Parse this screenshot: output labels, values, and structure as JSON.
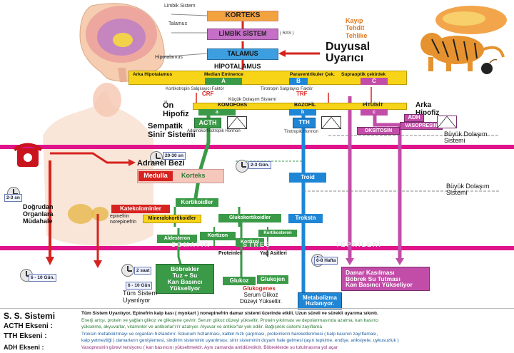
{
  "brain": {
    "limbik_sistem": "Limbik Sistem",
    "talamus": "Talamus",
    "hipotalamus": "Hipotalamus",
    "ras": "( RAS )"
  },
  "top": {
    "korteks": "KORTEKS",
    "limbik_sistem": "LİMBİK SİSTEM",
    "talamus": "TALAMUS",
    "hipotalamus": "HİPOTALAMUS",
    "threat": [
      "Kayıp",
      "Tehdit",
      "Tehlike"
    ],
    "duyusal": [
      "Duyusal",
      "Uyarıcı"
    ]
  },
  "hypo_row": {
    "labels": [
      "Arka Hipotalamus",
      "Median Eminence",
      "Paraventrikuler Çek.",
      "Supraoptik çekirdek"
    ],
    "letters": [
      "A",
      "B",
      "C"
    ],
    "factors": [
      "Kortikotropin Salgılayıcı Faktör",
      "Tirotropin Salgılayıcı Faktör"
    ],
    "crf": "CRF",
    "trf": "TRF",
    "portal": "Küçük Dolaşım Sistemi"
  },
  "pituitary": {
    "on_hipofiz": [
      "Ön",
      "Hipofiz"
    ],
    "arka_hipofiz": [
      "Arka",
      "Hipofiz"
    ],
    "komofobs": "KOMOFOBS",
    "bazofil": "BAZOFİL",
    "pituisit": "PİTUİSİT",
    "letters": [
      "a",
      "b",
      "c"
    ],
    "acth": "ACTH",
    "tth": "TTH",
    "adh": "ADH",
    "vasopresin": "VASOPRESİN",
    "oksitosin": "OKSİTOSİN",
    "acth_note": "Adrenokortikotropik Hormon",
    "tth_note": "Tirotropik Hormon"
  },
  "labels": {
    "sempatik": [
      "Sempatik",
      "Sinir Sistemi"
    ],
    "buyuk_dolasim_1": [
      "Büyük Dolaşım",
      "Sistemi"
    ],
    "buyuk_dolasim_2": [
      "Büyük Dolaşım",
      "Sistemi"
    ],
    "dogrudan": [
      "Doğrudan",
      "Organlara",
      "Müdahale"
    ],
    "epinefrin": [
      "epinefrin",
      "norepinefrin"
    ],
    "tum_sistem": [
      "Tüm Sistem",
      "Uyarılıyor"
    ]
  },
  "clocks": {
    "c1": "20-30 sn",
    "c2": "2-3 Gün.",
    "c3": "2-3 sn",
    "c4": "2 saat",
    "c5": "6 - 10 Gün.",
    "c6": "6 - 10 Gün",
    "c7": "6-8 Hafta"
  },
  "adrenal": {
    "title": "Adranel Bezi",
    "medulla": "Medulla",
    "korteks": "Korteks",
    "troid": "Troid"
  },
  "hormones": {
    "katekolominler": "Katekolominler",
    "kortikoidler": "Kortikoidler",
    "mineralokortikoidler": "Mineralokortikoidler",
    "glukokortikoidler": "Glukokortikoidler",
    "trokstn": "Trokstn",
    "aldesteron": "Aldesteron",
    "kortizon": "Kortizon",
    "kortikosteron": "Kortikosteron",
    "kortizol": "Kortizol",
    "proteinler": "Proteinler",
    "yag_asitleri": "Yağ Asitleri",
    "glukoz": "Glukoz",
    "glukojen": "Glukojen",
    "glukogenes": "Glukogenes",
    "serum": [
      "Serum Glikoz",
      "Düzeyi Yükseltir."
    ],
    "metabolizma": [
      "Metabolizma",
      "Hızlanıyor."
    ],
    "bobrekler": [
      "Böbrekler",
      "Tuz + Su",
      "Kan Basıncı",
      "Yükseliyor"
    ],
    "damar": [
      "Damar Kasılması",
      "Böbrek Su Tutması",
      "Kan Basıncı Yükseliyor"
    ]
  },
  "band_text": [
    "SOMATİK",
    "STRES",
    "TEPKİLERİ"
  ],
  "bottom": {
    "title": "S. S. Sistemi",
    "acth_axis": "ACTH  Ekseni :",
    "tth_axis": "TTH Ekseni :",
    "adh_axis": "ADH Ekseni :",
    "ss_text_1": "Tüm Sistem Uyarılıyor, Epinefrin kalp kası ( myokart ) nonepinefrin damar sistemi üzerinde etkili. Uzun süreli ve sürekli uyarıma sıkıntı.",
    "acth_text_1": "Enerji artışı, protein ve yağları glikoz ve glikojene çevirir. Serum glikoz düzeyi yükseltir. Protein yıkılması ve depolanmasında azalma, kan basıncı",
    "acth_text_2": "yükselme, akyuvarlar, vitaminler ve antikorlar'ı'ı'r azalıyor. Alyuvar ve antikor'lar yok edilir. Bağışıklık sistemi zayıflama",
    "tth_text_1": "Troksin metabolizmayı ve organları hızlandırır. Solunum hızlanması, kalbin hızlı çarpması, proteinlerin hareketlenmesi ( kalp kasının zayıflaması,",
    "tth_text_2": "kalp yetmezliği ) damarların genişlemesi, sindirim sisteminin uyarılması, sinir sisteminin duyarlı hale gelmesi (aşırı tepkime, endişe, anksiyete, uykusuzluk )",
    "adh_text": "Vasopresinin görevi tersiyonu ( kan basıncını yükseltmektir. Aynı zamanda antidiüretiktir. Böbreklerde su tutulmasına yol açar"
  },
  "colors": {
    "band": "#e0148a",
    "yellow": "#f7d417",
    "blue": "#1f86d6",
    "purple": "#c24da8",
    "green": "#3a9a47",
    "red": "#d6231f"
  }
}
